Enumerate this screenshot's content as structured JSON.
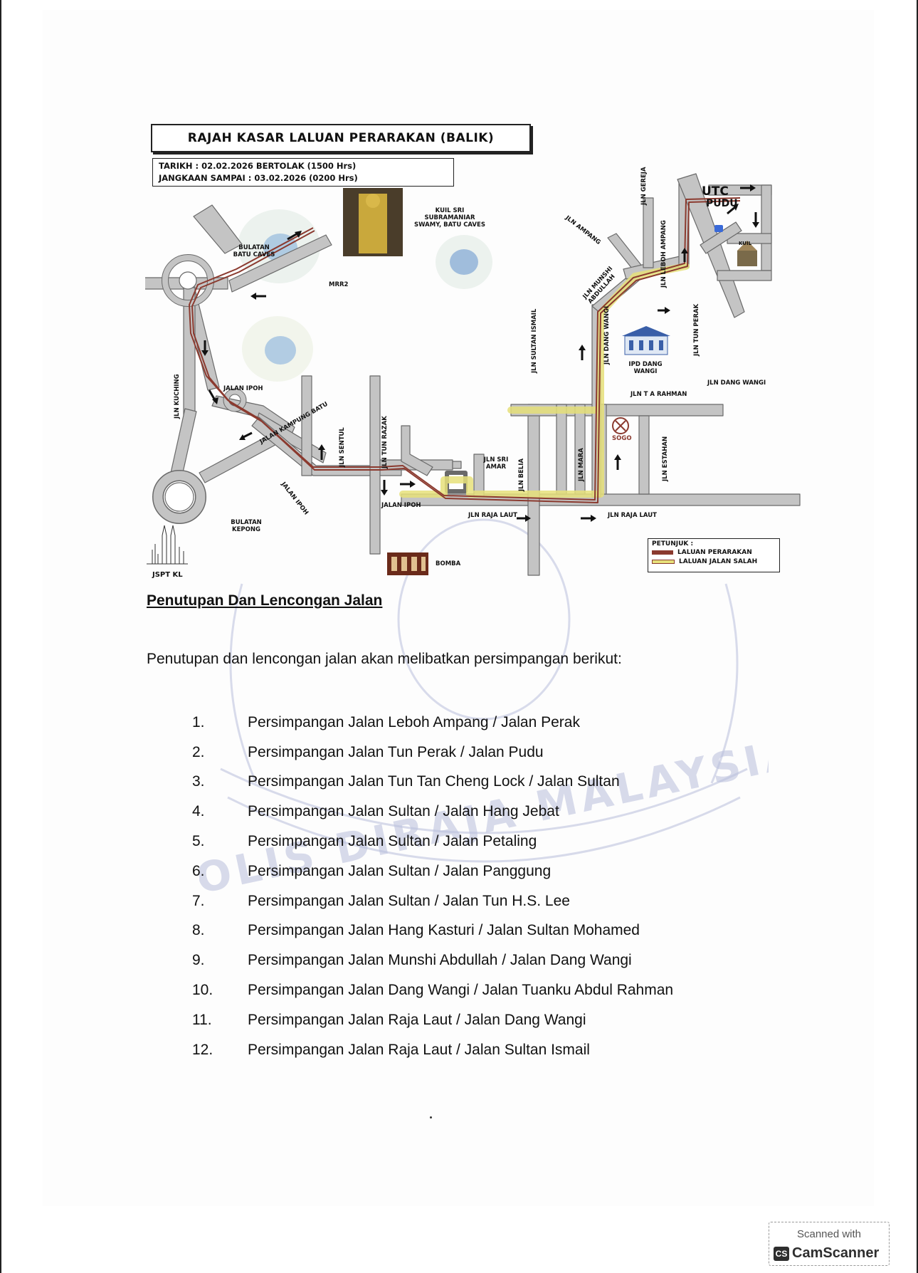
{
  "map": {
    "title": "RAJAH KASAR LALUAN PERARAKAN (BALIK)",
    "date_line1": "TARIKH : 02.02.2026 BERTOLAK (1500  Hrs)",
    "date_line2": "JANGKAAN SAMPAI : 03.02.2026 (0200 Hrs)",
    "labels": {
      "temple": "KUIL SRI SUBRAMANIAR SWAMY, BATU CAVES",
      "bulatan_batu_caves": "BULATAN BATU CAVES",
      "mrr2": "MRR2",
      "jln_kuching": "JLN KUCHING",
      "jalan_ipoh_1": "JALAN IPOH",
      "jalan_kampung_batu": "JALAN KAMPUNG BATU",
      "jln_sentul": "JLN SENTUL",
      "jln_tun_razak": "JLN TUN RAZAK",
      "jalan_ipoh_2": "JALAN IPOH",
      "jalan_ipoh_3": "JALAN IPOH",
      "bulatan_kepong": "BULATAN KEPONG",
      "jspt_kl": "JSPT KL",
      "bomba": "BOMBA",
      "jln_sri_amar": "JLN SRI AMAR",
      "jln_belia": "JLN BELIA",
      "jln_raja_laut_1": "JLN RAJA LAUT",
      "jln_raja_laut_2": "JLN RAJA LAUT",
      "jln_sultan_ismail": "JLN SULTAN ISMAIL",
      "jln_mara": "JLN MARA",
      "sogo": "SOGO",
      "jln_estahan": "JLN ESTAHAN",
      "jln_t_a_rahman": "JLN T A RAHMAN",
      "ipd_dang_wangi": "IPD DANG WANGI",
      "jln_dang_wangi_v": "JLN DANG WANGI",
      "jln_dang_wangi_h": "JLN DANG WANGI",
      "jln_ampang": "JLN AMPANG",
      "jln_munshi_abdullah": "JLN MUNSHI ABDULLAH",
      "jln_gereja": "JLN GEREJA",
      "jln_leboh_ampang": "JLN LEBOH AMPANG",
      "jln_tun_perak": "JLN TUN PERAK",
      "utc": "UTC",
      "pudu": "PUDU",
      "kuil": "KUIL"
    },
    "legend": {
      "title": "PETUNJUK :",
      "route": "LALUAN PERARAKAN",
      "wrong_way": "LALUAN JALAN SALAH"
    },
    "colors": {
      "road": "#c4c4c4",
      "road_edge": "#6a6a6a",
      "route": "#8b3a2f",
      "wrong_way": "#e6e07a"
    }
  },
  "content": {
    "heading": "Penutupan Dan Lencongan Jalan",
    "intro": "Penutupan dan lencongan jalan akan melibatkan persimpangan berikut:",
    "junctions": [
      {
        "num": "1.",
        "text": "Persimpangan Jalan Leboh Ampang / Jalan Perak"
      },
      {
        "num": "2.",
        "text": "Persimpangan Jalan Tun Perak / Jalan Pudu"
      },
      {
        "num": "3.",
        "text": "Persimpangan Jalan Tun Tan Cheng Lock / Jalan Sultan"
      },
      {
        "num": "4.",
        "text": "Persimpangan Jalan Sultan / Jalan Hang Jebat"
      },
      {
        "num": "5.",
        "text": "Persimpangan Jalan Sultan / Jalan Petaling"
      },
      {
        "num": "6.",
        "text": "Persimpangan Jalan Sultan / Jalan Panggung"
      },
      {
        "num": "7.",
        "text": "Persimpangan Jalan Sultan / Jalan Tun H.S. Lee"
      },
      {
        "num": "8.",
        "text": "Persimpangan Jalan Hang Kasturi / Jalan Sultan Mohamed"
      },
      {
        "num": "9.",
        "text": "Persimpangan Jalan Munshi Abdullah / Jalan Dang Wangi"
      },
      {
        "num": "10.",
        "text": "Persimpangan Jalan Dang Wangi / Jalan Tuanku Abdul Rahman"
      },
      {
        "num": "11.",
        "text": "Persimpangan Jalan Raja Laut / Jalan Dang Wangi"
      },
      {
        "num": "12.",
        "text": "Persimpangan Jalan Raja Laut / Jalan Sultan Ismail"
      }
    ],
    "watermark": "POLIS DIRAJA MALAYSIA"
  },
  "scanner": {
    "top": "Scanned with",
    "logo": "CS",
    "name": "CamScanner"
  }
}
